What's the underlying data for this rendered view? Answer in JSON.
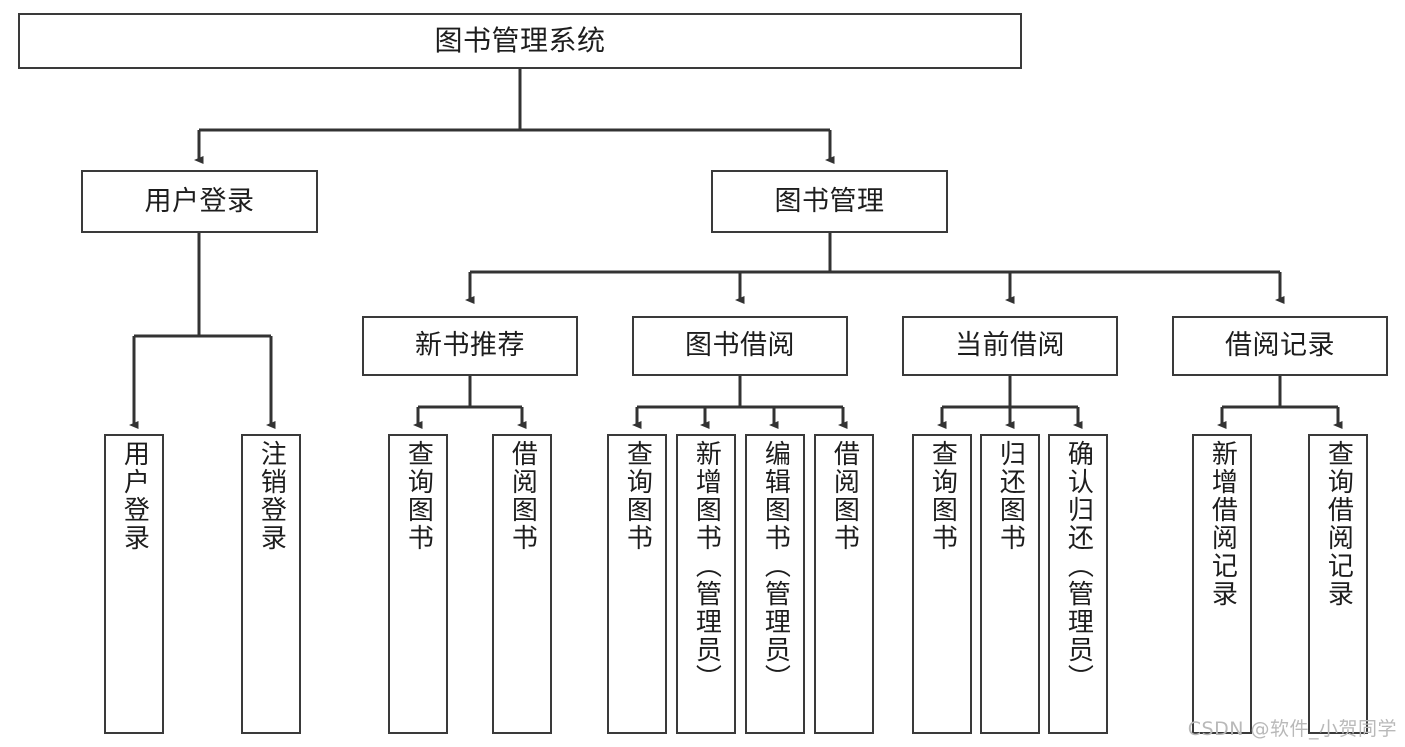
{
  "diagram": {
    "title": "图书管理系统",
    "type": "tree-hierarchy-diagram",
    "colors": {
      "box_border": "#3a3a3a",
      "box_fill": "#ffffff",
      "edge": "#333333",
      "text": "#1d1d1d",
      "watermark": "#b9b9b9",
      "background": "#ffffff"
    },
    "root": {
      "label": "图书管理系统"
    },
    "level2": [
      {
        "label": "用户登录"
      },
      {
        "label": "图书管理"
      }
    ],
    "level3": [
      {
        "label": "新书推荐"
      },
      {
        "label": "图书借阅"
      },
      {
        "label": "当前借阅"
      },
      {
        "label": "借阅记录"
      }
    ],
    "leaves": {
      "user_login": [
        {
          "label": "用户登录"
        },
        {
          "label": "注销登录"
        }
      ],
      "new_book_recommend": [
        {
          "label": "查询图书"
        },
        {
          "label": "借阅图书"
        }
      ],
      "book_borrow": [
        {
          "label": "查询图书"
        },
        {
          "label": "新增图书（管理员）"
        },
        {
          "label": "编辑图书（管理员）"
        },
        {
          "label": "借阅图书"
        }
      ],
      "current_borrow": [
        {
          "label": "查询图书"
        },
        {
          "label": "归还图书"
        },
        {
          "label": "确认归还（管理员）"
        }
      ],
      "borrow_record": [
        {
          "label": "新增借阅记录"
        },
        {
          "label": "查询借阅记录"
        }
      ]
    }
  },
  "watermark": {
    "text": "CSDN @软件_小贺同学"
  }
}
